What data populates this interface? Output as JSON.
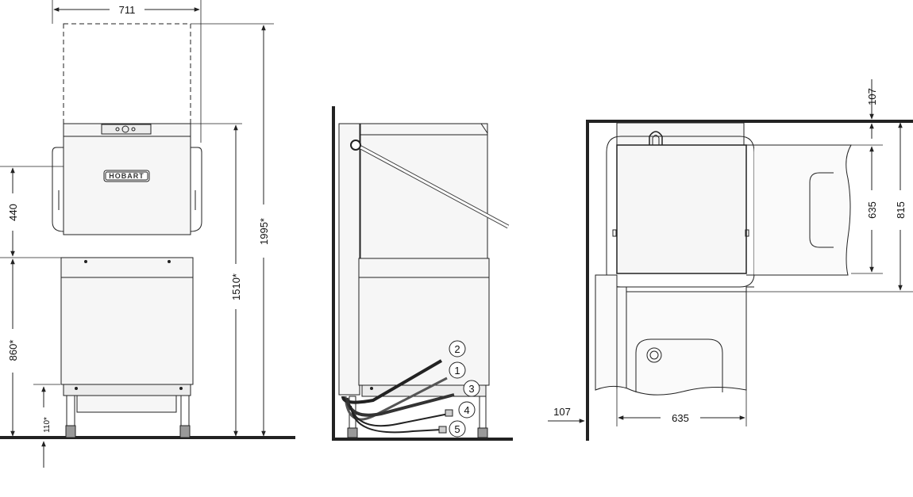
{
  "front_view": {
    "width_label": "711",
    "total_height_label": "1995*",
    "body_height_label": "1510*",
    "hood_label": "440",
    "lower_label": "860*",
    "foot_label": "110*",
    "brand_text": "HOBART"
  },
  "side_view": {
    "connections": [
      "1",
      "2",
      "3",
      "4",
      "5"
    ]
  },
  "top_view": {
    "wall_offset_top_label": "107",
    "wall_offset_left_label": "107",
    "width_label": "635",
    "depth_inner_label": "635",
    "depth_outer_label": "815"
  },
  "colors": {
    "line": "#222222",
    "fill": "#f3f3f3",
    "wall": "#111111"
  }
}
